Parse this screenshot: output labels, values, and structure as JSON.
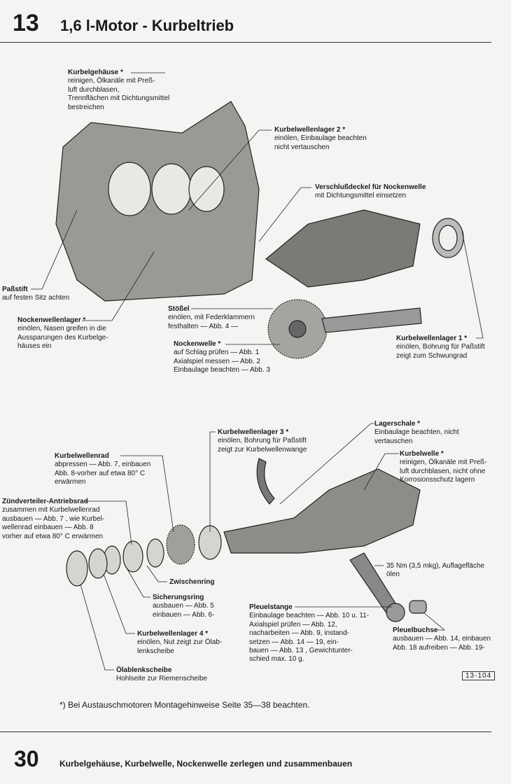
{
  "header": {
    "chapter": "13",
    "title": "1,6 l-Motor - Kurbeltrieb"
  },
  "labels": [
    {
      "title": "Kurbelgehäuse *",
      "lines": [
        "reinigen, Ölkanäle mit Preß-",
        "luft durchblasen,",
        "Trennflächen mit Dichtungsmittel",
        "bestreichen"
      ]
    },
    {
      "title": "Kurbelwellenlager 2 *",
      "lines": [
        "einölen, Einbaulage beachten",
        "nicht vertauschen"
      ]
    },
    {
      "title": "Verschlußdeckel für Nockenwelle",
      "lines": [
        "mit Dichtungsmittel einsetzen"
      ]
    },
    {
      "title": "Paßstift",
      "lines": [
        "auf festen Sitz achten"
      ]
    },
    {
      "title": "Nockenwellenlager *",
      "lines": [
        "einölen, Nasen greifen in die",
        "Aussparungen des Kurbelge-",
        "häuses ein"
      ]
    },
    {
      "title": "Stößel",
      "lines": [
        "einölen, mit Federklammern",
        "festhalten — Abb. 4 —"
      ]
    },
    {
      "title": "Nockenwelle *",
      "lines": [
        "auf Schlag prüfen — Abb. 1",
        "Axialspiel messen — Abb. 2",
        "Einbaulage beachten — Abb. 3"
      ]
    },
    {
      "title": "Kurbelwellenlager 1 *",
      "lines": [
        "einölen, Bohrung für Paßstift",
        "zeigt zum Schwungrad"
      ]
    },
    {
      "title": "Kurbelwellenlager 3 *",
      "lines": [
        "einölen, Bohrung für Paßstift",
        "zeigt zur Kurbelwellenwange"
      ]
    },
    {
      "title": "Lagerschale *",
      "lines": [
        "Einbaulage beachten, nicht",
        "vertauschen"
      ]
    },
    {
      "title": "Kurbelwelle *",
      "lines": [
        "reinigen, Ölkanäle mit Preß-",
        "luft durchblasen, nicht ohne",
        "Korrosionsschutz lagern"
      ]
    },
    {
      "title": "Kurbelwellenrad",
      "lines": [
        "abpressen — Abb. 7, einbauen",
        "Abb. 8-vorher auf etwa 80° C",
        "erwärmen"
      ]
    },
    {
      "title": "Zündverteiler-Antriebsrad",
      "lines": [
        "zusammen mit Kurbelwellenrad",
        "ausbauen — Abb. 7 , wie Kurbel-",
        "wellenrad einbauen — Abb. 8",
        "vorher auf etwa 80° C erwärmen"
      ]
    },
    {
      "title": "",
      "lines": [
        "35 Nm (3,5 mkg), Auflagefläche",
        "ölen"
      ]
    },
    {
      "title": "Zwischenring",
      "lines": []
    },
    {
      "title": "Sicherungsring",
      "lines": [
        "ausbauen — Abb. 5",
        "einbauen — Abb. 6-"
      ]
    },
    {
      "title": "Pleuelstange",
      "lines": [
        "Einbaulage beachten — Abb. 10 u. 11-",
        "Axialspiel prüfen — Abb. 12,",
        "nacharbeiten — Abb. 9, instand-",
        "setzen — Abb. 14 — 19, ein-",
        "bauen — Abb. 13 , Gewichtunter-",
        "schied max. 10 g."
      ]
    },
    {
      "title": "Pleuelbuchse",
      "lines": [
        "ausbauen — Abb. 14, einbauen",
        "Abb. 18 aufreiben — Abb. 19-"
      ]
    },
    {
      "title": "Kurbelwellenlager 4 *",
      "lines": [
        "einölen, Nut zeigt zur Ölab-",
        "lenkscheibe"
      ]
    },
    {
      "title": "Ölablenkscheibe",
      "lines": [
        "Hohlseite zur Riemenscheibe"
      ]
    }
  ],
  "figure_number": "13-104",
  "footnote": "*) Bei Austauschmotoren Montagehinweise Seite 35—38 beachten.",
  "footer": {
    "page_number": "30",
    "caption": "Kurbelgehäuse, Kurbelwelle, Nockenwelle zerlegen und zusammenbauen"
  }
}
